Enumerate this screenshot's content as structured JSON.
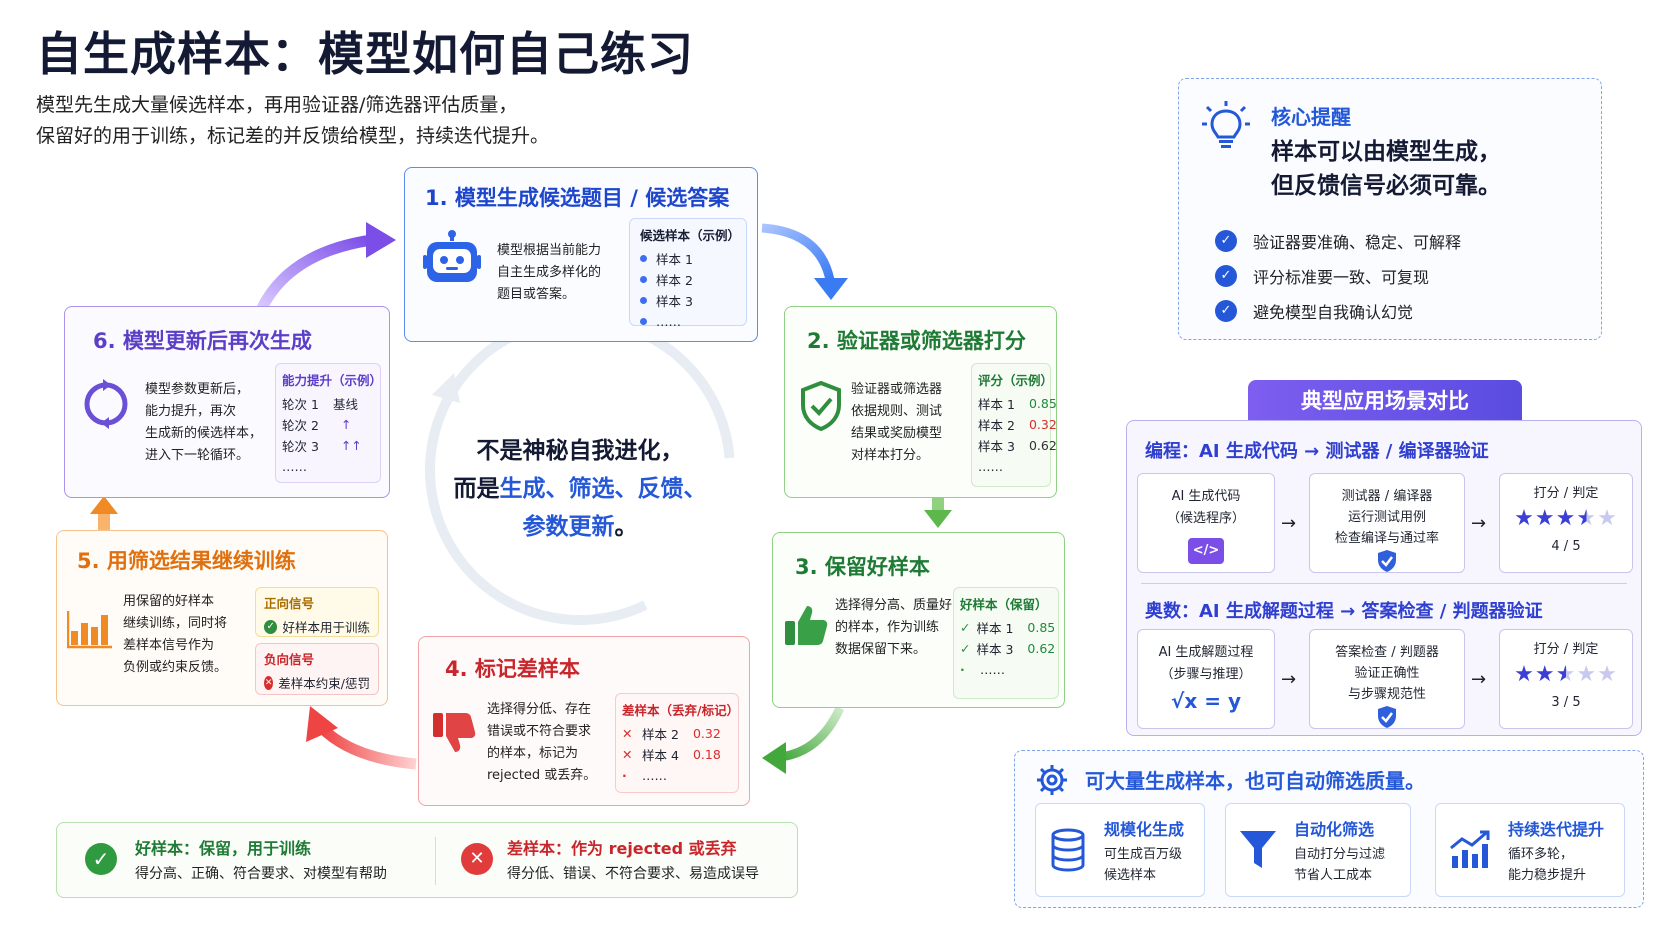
{
  "title": "自生成样本：模型如何自己练习",
  "subtitle": [
    "模型先生成大量候选样本，再用验证器/筛选器评估质量，",
    "保留好的用于训练，标记差的并反馈给模型，持续迭代提升。"
  ],
  "steps": [
    {
      "title": "1. 模型生成候选题目 / 候选答案",
      "desc": [
        "模型根据当前能力",
        "自主生成多样化的",
        "题目或答案。"
      ],
      "panel_title": "候选样本（示例）",
      "items": [
        "样本 1",
        "样本 2",
        "样本 3",
        "……"
      ]
    },
    {
      "title": "2. 验证器或筛选器打分",
      "desc": [
        "验证器或筛选器",
        "依据规则、测试",
        "结果或奖励模型",
        "对样本打分。"
      ],
      "panel_title": "评分（示例）",
      "rows": [
        {
          "label": "样本 1",
          "value": "0.85"
        },
        {
          "label": "样本 2",
          "value": "0.32"
        },
        {
          "label": "样本 3",
          "value": "0.62"
        }
      ],
      "more": "……"
    },
    {
      "title": "3. 保留好样本",
      "desc": [
        "选择得分高、质量好",
        "的样本，作为训练",
        "数据保留下来。"
      ],
      "panel_title": "好样本（保留）",
      "rows": [
        {
          "label": "样本 1",
          "value": "0.85"
        },
        {
          "label": "样本 3",
          "value": "0.62"
        }
      ],
      "more": "……"
    },
    {
      "title": "4. 标记差样本",
      "desc": [
        "选择得分低、存在",
        "错误或不符合要求",
        "的样本，标记为",
        "rejected 或丢弃。"
      ],
      "panel_title": "差样本（丢弃/标记）",
      "rows": [
        {
          "label": "样本 2",
          "value": "0.32"
        },
        {
          "label": "样本 4",
          "value": "0.18"
        }
      ],
      "more": "……"
    },
    {
      "title": "5. 用筛选结果继续训练",
      "desc": [
        "用保留的好样本",
        "继续训练，同时将",
        "差样本信号作为",
        "负例或约束反馈。"
      ],
      "pos_title": "正向信号",
      "pos_text": "好样本用于训练",
      "neg_title": "负向信号",
      "neg_text": "差样本约束/惩罚"
    },
    {
      "title": "6. 模型更新后再次生成",
      "desc": [
        "模型参数更新后，",
        "能力提升，再次",
        "生成新的候选样本，",
        "进入下一轮循环。"
      ],
      "panel_title": "能力提升（示例）",
      "rows": [
        {
          "label": "轮次 1",
          "value": "基线"
        },
        {
          "label": "轮次 2",
          "value": "↑"
        },
        {
          "label": "轮次 3",
          "value": "↑↑"
        }
      ],
      "more": "……"
    }
  ],
  "center": {
    "line1": "不是神秘自我进化，",
    "line2a": "而是",
    "line2b": "生成、筛选、反馈、",
    "line3a": "参数更新",
    "line3b": "。"
  },
  "legend": {
    "good_title": "好样本：保留，用于训练",
    "good_desc": "得分高、正确、符合要求、对模型有帮助",
    "bad_title": "差样本：作为 rejected 或丢弃",
    "bad_desc": "得分低、错误、不符合要求、易造成误导"
  },
  "reminder": {
    "title": "核心提醒",
    "headline": [
      "样本可以由模型生成，",
      "但反馈信号必须可靠。"
    ],
    "points": [
      "验证器要准确、稳定、可解释",
      "评分标准要一致、可复现",
      "避免模型自我确认幻觉"
    ]
  },
  "scenarios": {
    "header": "典型应用场景对比",
    "coding": {
      "title": "编程：AI 生成代码 → 测试器 / 编译器验证",
      "box1": [
        "AI 生成代码",
        "（候选程序）"
      ],
      "box2": [
        "测试器 / 编译器",
        "运行测试用例",
        "检查编译与通过率"
      ],
      "box3_title": "打分 / 判定",
      "stars": 3.5,
      "score": "4 / 5"
    },
    "math": {
      "title": "奥数：AI 生成解题过程 → 答案检查 / 判题器验证",
      "box1": [
        "AI 生成解题过程",
        "（步骤与推理）"
      ],
      "formula": "√x = y",
      "box2": [
        "答案检查 / 判题器",
        "验证正确性",
        "与步骤规范性"
      ],
      "box3_title": "打分 / 判定",
      "stars": 2.5,
      "score": "3 / 5"
    }
  },
  "bottom": {
    "headline": "可大量生成样本，也可自动筛选质量。",
    "items": [
      {
        "title": "规模化生成",
        "desc": [
          "可生成百万级",
          "候选样本"
        ]
      },
      {
        "title": "自动化筛选",
        "desc": [
          "自动打分与过滤",
          "节省人工成本"
        ]
      },
      {
        "title": "持续迭代提升",
        "desc": [
          "循环多轮，",
          "能力稳步提升"
        ]
      }
    ]
  },
  "colors": {
    "blue": "#2458d8",
    "green": "#1f8a3b",
    "orange": "#ea7b12",
    "red": "#d92d2d",
    "purple": "#6b4fd6",
    "indigo": "#2f3fcf"
  }
}
